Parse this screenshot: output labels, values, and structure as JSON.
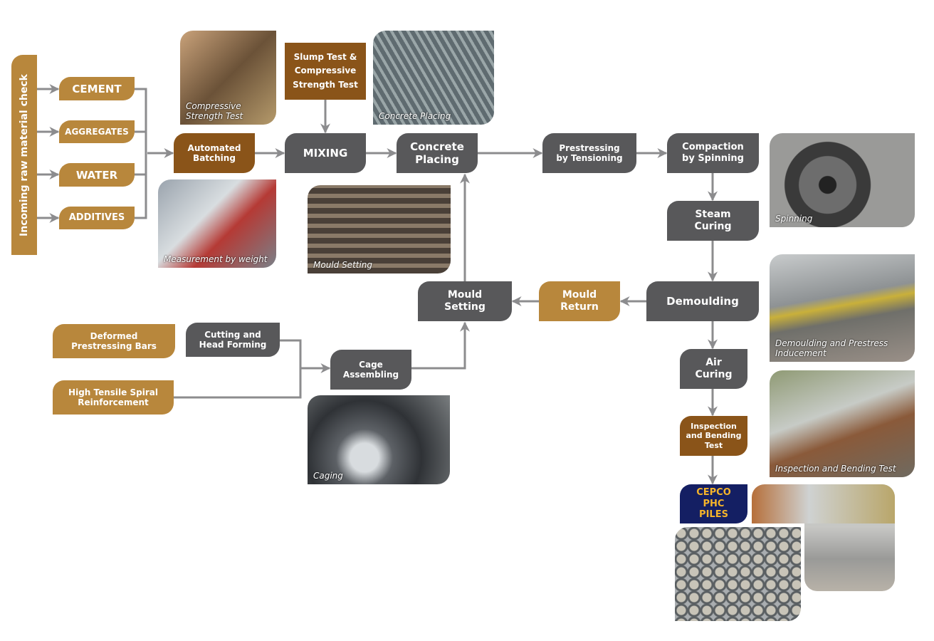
{
  "colors": {
    "light_brown": "#B8873C",
    "dark_brown": "#8A5419",
    "gray": "#58585A",
    "navy": "#141F63",
    "gold": "#F5B42A",
    "arrow": "#8C8C8E"
  },
  "raw_check": "Incoming raw material check",
  "materials": [
    "CEMENT",
    "AGGREGATES",
    "WATER",
    "ADDITIVES"
  ],
  "steps": {
    "batching": "Automated Batching",
    "slump": "Slump Test & Compressive Strength Test",
    "mixing": "MIXING",
    "placing": "Concrete Placing",
    "prestressing": "Prestressing by Tensioning",
    "compaction": "Compaction by Spinning",
    "steam": "Steam Curing",
    "demoulding": "Demoulding",
    "mould_return": "Mould Return",
    "mould_setting": "Mould Setting",
    "deformed": "Deformed Prestressing Bars",
    "cutting": "Cutting and Head Forming",
    "spiral": "High Tensile Spiral Reinforcement",
    "cage": "Cage Assembling",
    "air": "Air Curing",
    "inspection": "Inspection and Bending Test",
    "final": "CEPCO PHC PILES"
  },
  "photos": {
    "compressive": "Compressive Strength Test",
    "measurement": "Measurement by weight",
    "concrete_placing": "Concrete Placing",
    "mould_setting": "Mould Setting",
    "spinning": "Spinning",
    "demoulding": "Demoulding and Prestress Inducement",
    "caging": "Caging",
    "inspection": "Inspection and Bending Test"
  }
}
